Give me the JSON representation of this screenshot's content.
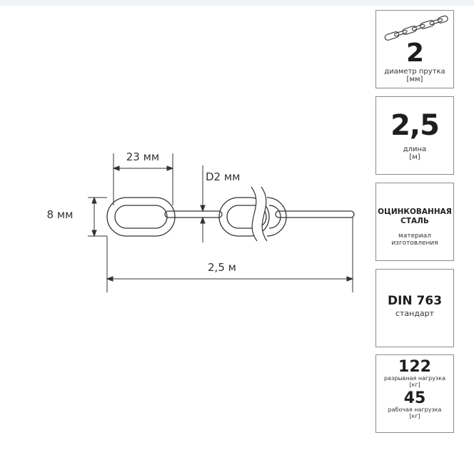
{
  "diagram": {
    "link_length": "23 мм",
    "link_width": "8 мм",
    "wire_diameter": "D2 мм",
    "chain_length": "2,5 м"
  },
  "cards": {
    "diameter": {
      "value": "2",
      "label": "диаметр прутка",
      "unit": "[мм]"
    },
    "length": {
      "value": "2,5",
      "label": "длина",
      "unit": "[м]"
    },
    "material": {
      "line1": "ОЦИНКОВАННАЯ",
      "line2": "СТАЛЬ",
      "label1": "материал",
      "label2": "изготовления"
    },
    "standard": {
      "value": "DIN 763",
      "label": "стандарт"
    },
    "load": {
      "breaking_value": "122",
      "breaking_label": "разрывная нагрузка",
      "breaking_unit": "[кг]",
      "working_value": "45",
      "working_label": "рабочая нагрузка",
      "working_unit": "[кг]"
    }
  },
  "colors": {
    "line": "#333333",
    "border": "#8c8c8c",
    "background": "#ffffff"
  }
}
